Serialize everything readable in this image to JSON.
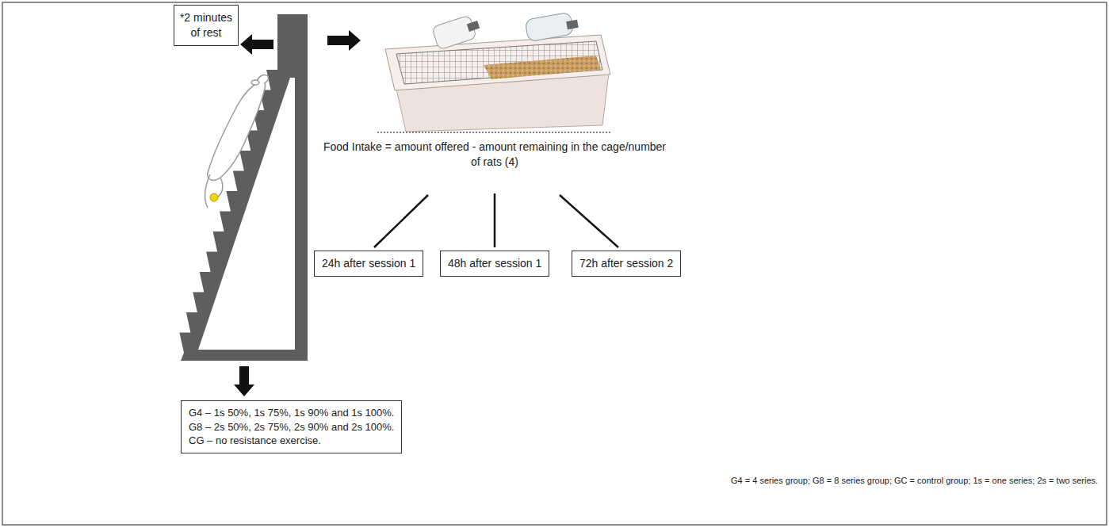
{
  "diagram": {
    "nodes": [
      {
        "text": [
          "*2 minutes of rest"
        ]
      },
      {
        "text": [
          "24h after session 1"
        ]
      },
      {
        "text": [
          "48h after session 1"
        ]
      },
      {
        "text": [
          "72h after session 2"
        ]
      },
      {
        "text": [
          "G4 – 1s 50%, 1s 75%, 1s 90% and 1s 100%.",
          "G8 – 2s 50%, 2s 75%, 2s 90% and 2s 100%.",
          "CG – no resistance exercise."
        ]
      }
    ],
    "labels": [
      "Food Intake = amount offered - amount remaining in the cage/number of rats (4)",
      "G4 = 4 series group; G8 = 8 series group; GC = control group; 1s = one series; 2s = two series."
    ]
  }
}
